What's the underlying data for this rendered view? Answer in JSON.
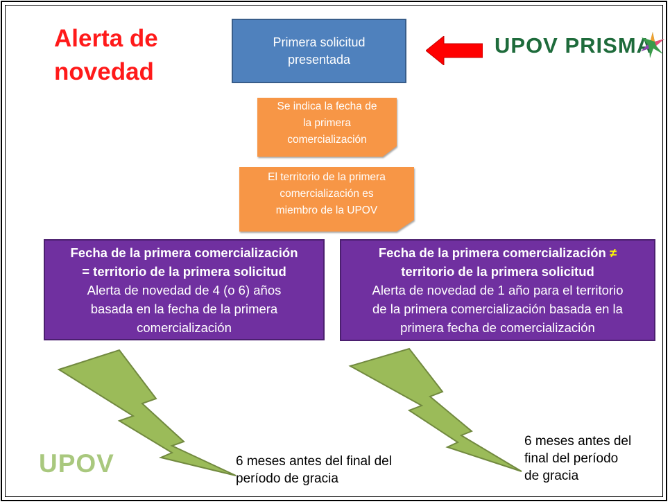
{
  "title": {
    "line1": "Alerta de",
    "line2": "novedad"
  },
  "logo": {
    "text": "UPOV PRISMA",
    "color": "#1e6b3b"
  },
  "flow": {
    "first_application": {
      "line1": "Primera solicitud",
      "line2": "presentada"
    },
    "note_date": {
      "line1": "Se indica la fecha de",
      "line2": "la primera",
      "line3": "comercialización"
    },
    "note_territory": {
      "line1": "El territorio de la primera",
      "line2": "comercialización es",
      "line3": "miembro de la UPOV"
    }
  },
  "cases": {
    "equal": {
      "heading1": "Fecha de la primera comercialización",
      "heading2": "= territorio de la primera solicitud",
      "body1": "Alerta de novedad de 4 (o 6) años",
      "body2": "basada en la fecha de la primera",
      "body3": "comercialización"
    },
    "not_equal": {
      "heading1": "Fecha de la primera comercialización ",
      "neq_symbol": "≠",
      "heading2": "territorio de la primera solicitud",
      "body1": "Alerta de novedad de 1 año para el territorio",
      "body2": "de la primera comercialización basada en la",
      "body3": "primera fecha de comercialización"
    }
  },
  "captions": {
    "left": {
      "line1": "6 meses antes del final del",
      "line2": "período de gracia"
    },
    "right": {
      "line1": "6 meses antes del",
      "line2": "final del período",
      "line3": "de gracia"
    }
  },
  "footer_logo": {
    "text": "UPOV"
  },
  "colors": {
    "title": "#ff1a1a",
    "blue": "#4f81bd",
    "orange": "#f79646",
    "purple": "#7030a0",
    "bolt": "#9bbb59",
    "arrow": "#ff0000"
  }
}
